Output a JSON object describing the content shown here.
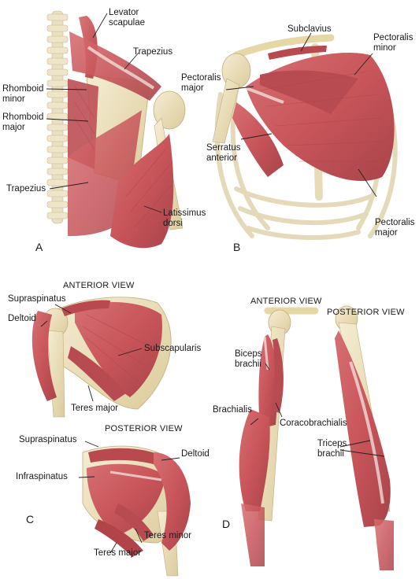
{
  "colors": {
    "muscle": "#c8555a",
    "muscle_dark": "#9c3a40",
    "muscle_light": "#e2a3a3",
    "bone": "#efe4c2",
    "bone_shade": "#d8c795",
    "tendon": "#f3f0ee",
    "leader": "#222222"
  },
  "panels": {
    "A": {
      "letter": "A",
      "labels": {
        "levator": "Levator\nscapulae",
        "trapezius_top": "Trapezius",
        "rhomboid_minor": "Rhomboid\nminor",
        "rhomboid_major": "Rhomboid\nmajor",
        "trapezius_low": "Trapezius",
        "latissimus": "Latissimus\ndorsi"
      }
    },
    "B": {
      "letter": "B",
      "labels": {
        "subclavius": "Subclavius",
        "pec_minor": "Pectoralis\nminor",
        "pec_major_left": "Pectoralis\nmajor",
        "serratus": "Serratus\nanterior",
        "pec_major_right": "Pectoralis\nmajor"
      }
    },
    "C": {
      "letter": "C",
      "anterior_view": "ANTERIOR VIEW",
      "posterior_view": "POSTERIOR VIEW",
      "labels": {
        "supraspinatus_top": "Supraspinatus",
        "deltoid_left": "Deltoid",
        "subscapularis": "Subscapularis",
        "teres_major_top": "Teres major",
        "supraspinatus_bottom": "Supraspinatus",
        "deltoid_right": "Deltoid",
        "infraspinatus": "Infraspinatus",
        "teres_minor": "Teres minor",
        "teres_major_bottom": "Teres major"
      }
    },
    "D": {
      "letter": "D",
      "anterior_view": "ANTERIOR VIEW",
      "posterior_view": "POSTERIOR VIEW",
      "labels": {
        "biceps": "Biceps\nbrachii",
        "brachialis": "Brachialis",
        "coracobrachialis": "Coracobrachialis",
        "triceps": "Triceps\nbrachii"
      }
    }
  }
}
